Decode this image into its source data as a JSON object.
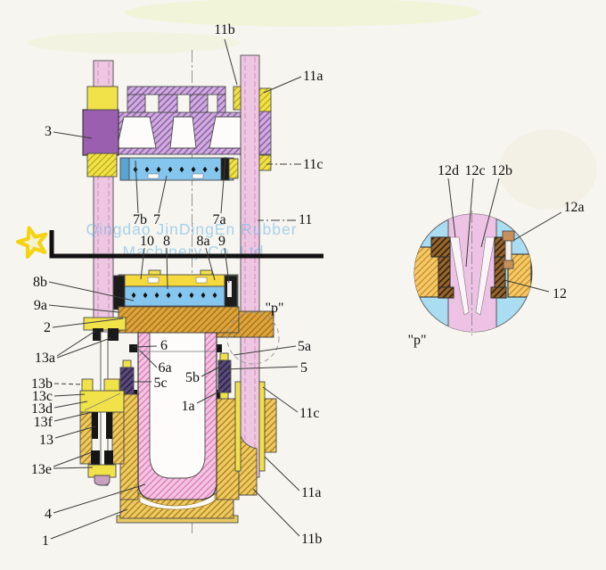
{
  "watermark": {
    "line1": "Qingdao JinDingEn Rubber",
    "line2": "Machinery Co.,Ltd"
  },
  "main_view": {
    "labels": {
      "l11b_top": "11b",
      "l11a_top": "11a",
      "l3": "3",
      "l11c_top": "11c",
      "l7b": "7b",
      "l7": "7",
      "l7a": "7a",
      "l11": "11",
      "l10": "10",
      "l8": "8",
      "l8a": "8a",
      "l9": "9",
      "l8b": "8b",
      "l9a": "9a",
      "l2": "2",
      "l13a": "13a",
      "l6": "6",
      "l6a": "6a",
      "l5a": "5a",
      "l5": "5",
      "l13b": "13b",
      "l13c": "13c",
      "l5c": "5c",
      "l5b": "5b",
      "l13d": "13d",
      "l13f": "13f",
      "l1a": "1a",
      "l13": "13",
      "l11c_low": "11c",
      "l13e": "13e",
      "l11a_low": "11a",
      "l4": "4",
      "l11b_low": "11b",
      "l1": "1",
      "p_ref": "\"p\""
    }
  },
  "detail_view": {
    "labels": {
      "l12d": "12d",
      "l12c": "12c",
      "l12b": "12b",
      "l12a": "12a",
      "l12": "12",
      "p_ref": "\"p\""
    }
  },
  "colors": {
    "background": "#f6f5f0",
    "column_pink": "#eec6e2",
    "crosshead_purple": "#9a5fae",
    "nut_yellow": "#f2e24a",
    "plate_blue": "#84c6ee",
    "platen_orange": "#dfa43c",
    "container_gold": "#edca62",
    "mold_pink": "#f4c4e2",
    "detail_bg_blue": "#aadcf2",
    "flange_brown": "#96662e",
    "watermark_blue": "#6ab5e5",
    "star_yellow": "#f4d311"
  }
}
